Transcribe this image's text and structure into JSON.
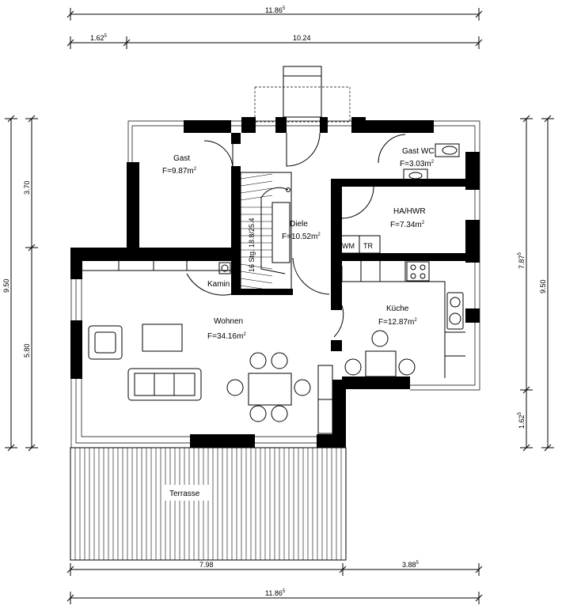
{
  "dimensions": {
    "top_overall": "11.86",
    "top_overall_sup": "5",
    "top_left": "1.62",
    "top_left_sup": "5",
    "top_right": "10.24",
    "left_total": "9.50",
    "left_upper": "3.70",
    "left_lower": "5.80",
    "right_upper": "7.87",
    "right_upper_sup": "5",
    "right_total": "9.50",
    "right_lower": "1.62",
    "right_lower_sup": "5",
    "bottom_left": "7.98",
    "bottom_right": "3.88",
    "bottom_right_sup": "5",
    "bottom_overall": "11.86",
    "bottom_overall_sup": "5"
  },
  "rooms": {
    "gast_name": "Gast",
    "gast_area": "F=9.87m",
    "gast_wc_name": "Gast  WC",
    "gast_wc_area": "F=3.03m",
    "diele_name": "Diele",
    "diele_area": "F=10.52m",
    "ha_hwr_name": "HA/HWR",
    "ha_hwr_area": "F=7.34m",
    "kueche_name": "Küche",
    "kueche_area": "F=12.87m",
    "wohnen_name": "Wohnen",
    "wohnen_area": "F=34.16m",
    "area_sup": "2",
    "kamin": "Kamin",
    "terrasse": "Terrasse"
  },
  "fixtures": {
    "washer": "WM",
    "dryer": "TR",
    "stair_note": "16 Stg. 18.8/25.4"
  }
}
